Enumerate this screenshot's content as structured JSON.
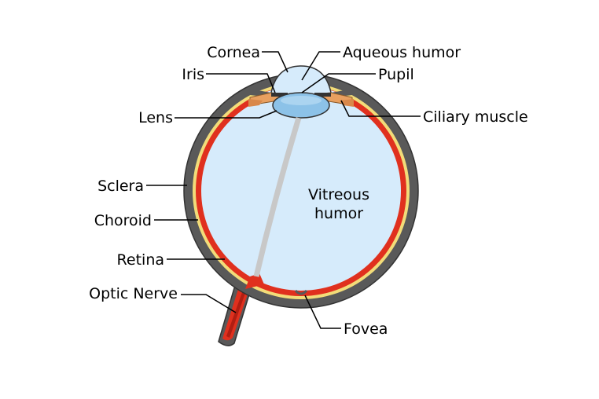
{
  "labels": {
    "cornea": "Cornea",
    "aqueous_humor": "Aqueous humor",
    "iris": "Iris",
    "pupil": "Pupil",
    "lens": "Lens",
    "ciliary_muscle": "Ciliary muscle",
    "sclera": "Sclera",
    "choroid": "Choroid",
    "retina": "Retina",
    "optic_nerve": "Optic Nerve",
    "fovea": "Fovea",
    "vitreous_line1": "Vitreous",
    "vitreous_line2": "humor"
  },
  "colors": {
    "sclera": "#595959",
    "choroid": "#f2dc79",
    "retina": "#e0301e",
    "vitreous": "#d6ebfb",
    "lens": "#8cc2e8",
    "iris": "#e8a060",
    "optic_nerve_core": "#c8c8c8"
  }
}
